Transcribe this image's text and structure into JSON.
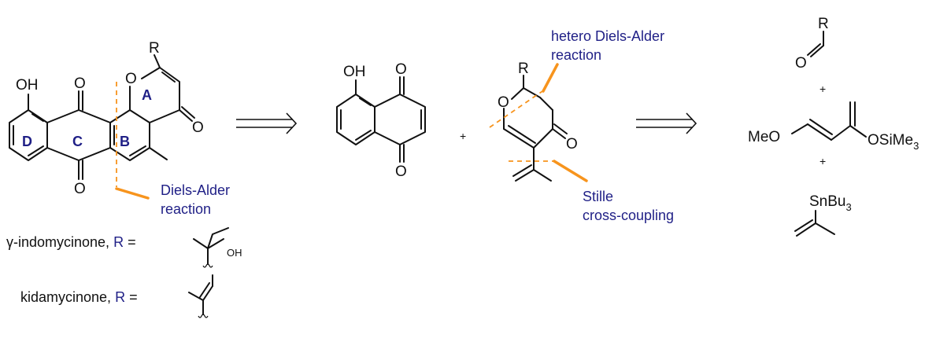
{
  "colors": {
    "ink": "#111111",
    "label_blue": "#1f1f86",
    "disconnection_orange": "#f7941d"
  },
  "target": {
    "ring_labels": [
      "A",
      "B",
      "C",
      "D"
    ],
    "atoms": {
      "hydroxyl": "OH",
      "ring_oxygen": "O",
      "substituent": "R",
      "ketone_top": "O",
      "ketone_bottom": "O",
      "ketone_pyranone": "O"
    },
    "annotation": {
      "line1": "Diels-Alder",
      "line2": "reaction"
    }
  },
  "captions": {
    "indomycinone": {
      "name": "γ-indomycinone, ",
      "r_symbol": "R",
      "equals": " =",
      "oh": "OH"
    },
    "kidamycinone": {
      "name": "kidamycinone, ",
      "r_symbol": "R",
      "equals": " ="
    }
  },
  "naphthoquinone": {
    "atoms": {
      "hydroxyl": "OH",
      "ketone_top": "O",
      "ketone_bottom": "O"
    }
  },
  "plus_signs": [
    "+",
    "+",
    "+"
  ],
  "diene_fragment": {
    "atoms": {
      "substituent": "R",
      "ring_oxygen": "O",
      "ketone": "O"
    },
    "annotation_top": {
      "line1": "hetero Diels-Alder",
      "line2": "reaction"
    },
    "annotation_bottom": {
      "line1": "Stille",
      "line2": "cross-coupling"
    }
  },
  "building_blocks": {
    "aldehyde": {
      "substituent": "R",
      "oxygen": "O"
    },
    "danishefsky": {
      "left": "MeO",
      "right_main": "OSiMe",
      "right_sub": "3"
    },
    "stannane": {
      "main": "SnBu",
      "sub": "3"
    }
  }
}
